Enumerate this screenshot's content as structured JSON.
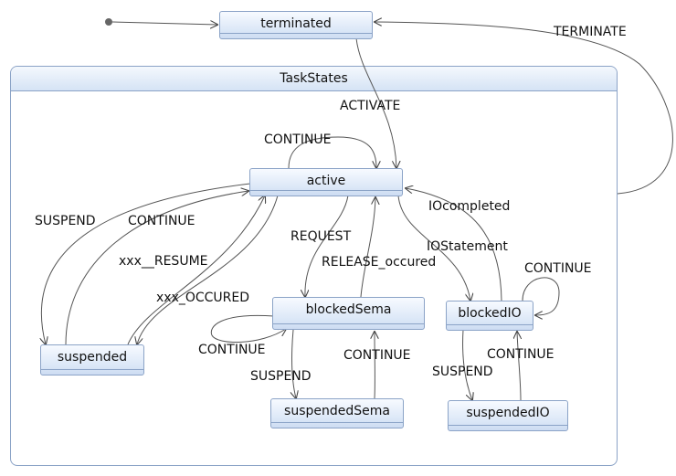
{
  "composite": {
    "name": "TaskStates"
  },
  "states": {
    "terminated": "terminated",
    "active": "active",
    "suspended": "suspended",
    "blockedSema": "blockedSema",
    "blockedIO": "blockedIO",
    "suspendedSema": "suspendedSema",
    "suspendedIO": "suspendedIO"
  },
  "transitions": {
    "terminate": "TERMINATE",
    "activate": "ACTIVATE",
    "active_continue": "CONTINUE",
    "suspend": "SUSPEND",
    "continue_suspended": "CONTINUE",
    "xxx_resume": "xxx__RESUME",
    "xxx_occured": "xxx_OCCURED",
    "request": "REQUEST",
    "release_occured": "RELEASE_occured",
    "io_completed": "IOcompleted",
    "io_statement": "IOStatement",
    "blockedio_continue": "CONTINUE",
    "blockedsema_continue": "CONTINUE",
    "sema_suspend": "SUSPEND",
    "sema_continue": "CONTINUE",
    "io_suspend": "SUSPEND",
    "io_continue": "CONTINUE"
  }
}
